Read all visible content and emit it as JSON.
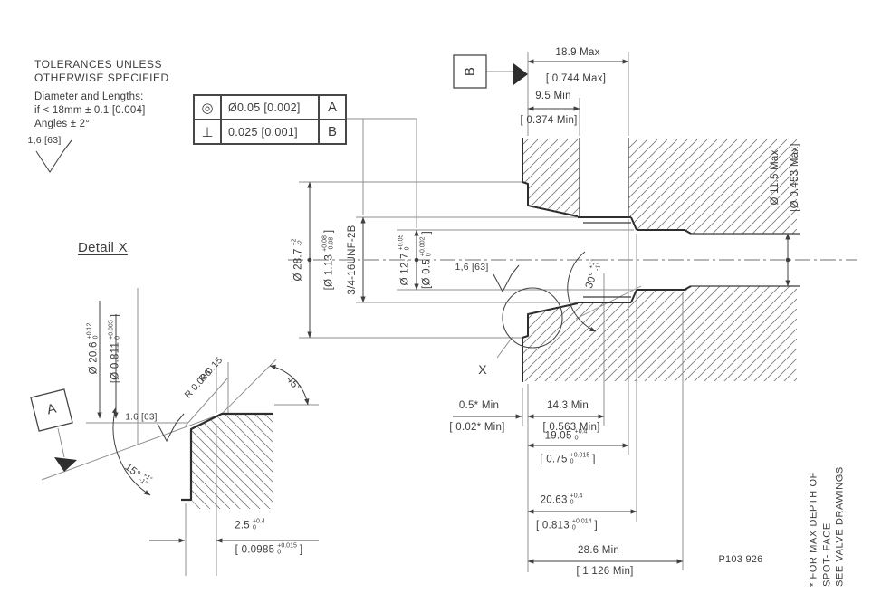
{
  "colors": {
    "line": "#3f3f3f",
    "thin_line": "#8d8d8d",
    "text": "#3c3c3c",
    "background": "#ffffff"
  },
  "notes": {
    "title1": "TOLERANCES UNLESS",
    "title2": "OTHERWISE SPECIFIED",
    "spec1": "Diameter and Lengths:",
    "spec2": "if < 18mm ± 0.1 [0.004]",
    "spec3": "Angles ± 2°",
    "finish": "1,6 [63]"
  },
  "fcf": {
    "rows": [
      {
        "symbol": "◎",
        "value": "Ø0.05  [0.002]",
        "datum": "A"
      },
      {
        "symbol": "⊥",
        "value": "0.025  [0.001]",
        "datum": "B"
      }
    ]
  },
  "main": {
    "datum": "B",
    "dim_18_9": {
      "mm": "18.9 Max",
      "in": "[ 0.744 Max]"
    },
    "dim_9_5": {
      "mm": "9.5 Min",
      "in": "[ 0.374 Min]"
    },
    "dia_11_5": {
      "mm": "Ø 11.5 Max",
      "in": "[Ø 0.453 Max]"
    },
    "dia_28_7": {
      "value": "Ø 28.7",
      "upper": "+2",
      "lower": "-2"
    },
    "dia_1_13": {
      "value": "[Ø 1.13",
      "upper": "+0.08",
      "lower": "-0.08",
      "suffix": "]"
    },
    "thread": "3/4-16UNF-2B",
    "dia_12_7": {
      "value": "Ø 12.7",
      "upper": "+0.05",
      "lower": "0"
    },
    "dia_0_5": {
      "value": "[Ø 0.5",
      "upper": "+0.002",
      "lower": "0",
      "suffix": "]"
    },
    "finish": "1,6 [63]",
    "angle_30": {
      "value": "30°",
      "upper": "+1°",
      "lower": "-1°"
    },
    "detail_ref": "X",
    "dim_0_5": {
      "mm": "0.5* Min",
      "in": "[ 0.02* Min]"
    },
    "dim_14_3": {
      "mm": "14.3 Min",
      "in": "[ 0.563 Min]"
    },
    "dim_19_05": {
      "value": "19.05",
      "upper": "+0.4",
      "lower": "0"
    },
    "dim_0_75": {
      "value": "[ 0.75",
      "upper": "+0.015",
      "lower": "0",
      "suffix": "]"
    },
    "dim_20_63": {
      "value": "20.63",
      "upper": "+0.4",
      "lower": "0"
    },
    "dim_0_813": {
      "value": "[ 0.813",
      "upper": "+0.014",
      "lower": "0",
      "suffix": "]"
    },
    "dim_28_6": {
      "mm": "28.6 Min",
      "in": "[ 1 126 Min]"
    }
  },
  "detail": {
    "title": "Detail X",
    "dia_20_6": {
      "value": "Ø 20.6",
      "upper": "+0.12",
      "lower": "0"
    },
    "dia_0_811": {
      "value": "[Ø 0.811",
      "upper": "+0.005",
      "lower": "0",
      "suffix": "]"
    },
    "r_mm": "R 0.15",
    "r_in": "R 0.006",
    "angle_45": "45°",
    "angle_15": {
      "value": "15°",
      "upper": "+1°",
      "lower": "-1°"
    },
    "finish": "1.6 [63]",
    "dim_2_5": {
      "value": "2.5",
      "upper": "+0.4",
      "lower": "0"
    },
    "dim_0_0985": {
      "value": "[ 0.0985",
      "upper": "+0.015",
      "lower": "0",
      "suffix": "]"
    },
    "datum": "A"
  },
  "footer": {
    "note1": "* FOR MAX DEPTH OF",
    "note2": "SPOT- FACE",
    "note3": "SEE VALVE DRAWINGS",
    "part_number": "P103 926"
  }
}
